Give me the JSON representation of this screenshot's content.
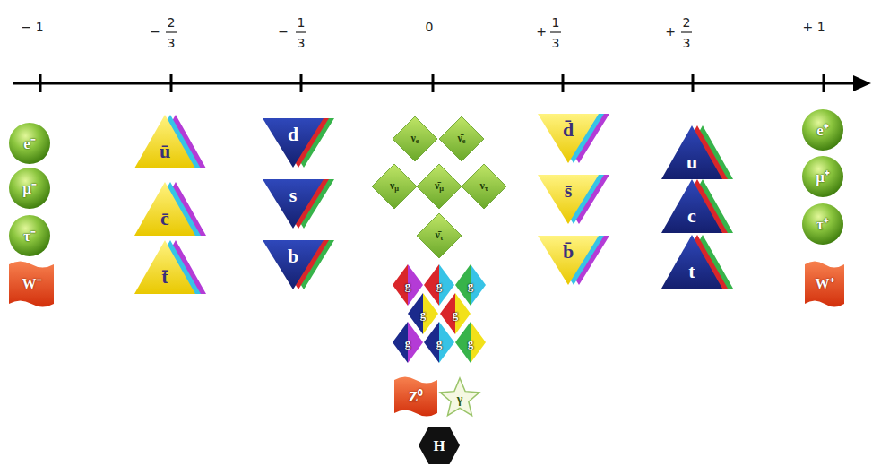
{
  "diagram": {
    "nodes": [
      {
        "text": [
          "e⁻"
        ]
      },
      {
        "text": [
          "μ⁻"
        ]
      },
      {
        "text": [
          "τ⁻"
        ]
      },
      {
        "text": [
          "W⁻"
        ]
      },
      {
        "text": [
          "ū"
        ]
      },
      {
        "text": [
          "c̄"
        ]
      },
      {
        "text": [
          "t̄"
        ]
      },
      {
        "text": [
          "d"
        ]
      },
      {
        "text": [
          "s"
        ]
      },
      {
        "text": [
          "b"
        ]
      },
      {
        "text": [
          "ν",
          "e"
        ]
      },
      {
        "text": [
          "ν̄",
          "e"
        ]
      },
      {
        "text": [
          "ν",
          "μ"
        ]
      },
      {
        "text": [
          "ν̄",
          "μ"
        ]
      },
      {
        "text": [
          "ν",
          "τ"
        ]
      },
      {
        "text": [
          "ν̄",
          "τ"
        ]
      },
      {
        "text": [
          "g"
        ]
      },
      {
        "text": [
          "g"
        ]
      },
      {
        "text": [
          "g"
        ]
      },
      {
        "text": [
          "g"
        ]
      },
      {
        "text": [
          "g"
        ]
      },
      {
        "text": [
          "g"
        ]
      },
      {
        "text": [
          "g"
        ]
      },
      {
        "text": [
          "g"
        ]
      },
      {
        "text": [
          "Z⁰"
        ]
      },
      {
        "text": [
          "γ"
        ]
      },
      {
        "text": [
          "H"
        ]
      },
      {
        "text": [
          "d̄"
        ]
      },
      {
        "text": [
          "s̄"
        ]
      },
      {
        "text": [
          "b̄"
        ]
      },
      {
        "text": [
          "u"
        ]
      },
      {
        "text": [
          "c"
        ]
      },
      {
        "text": [
          "t"
        ]
      },
      {
        "text": [
          "e⁺"
        ]
      },
      {
        "text": [
          "μ⁺"
        ]
      },
      {
        "text": [
          "τ⁺"
        ]
      },
      {
        "text": [
          "W⁺"
        ]
      }
    ],
    "labels": [
      "− 1",
      "−",
      "2",
      "3",
      "−",
      "1",
      "3",
      "0",
      "+",
      "1",
      "3",
      "+",
      "2",
      "3",
      "+ 1"
    ]
  }
}
